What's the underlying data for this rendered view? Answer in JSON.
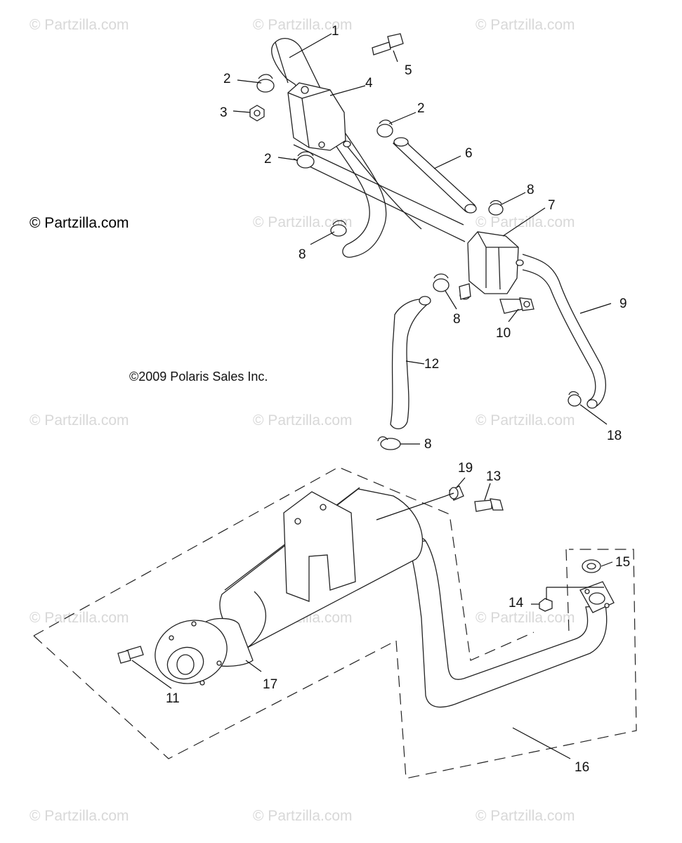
{
  "watermark": "© Partzilla.com",
  "copyright_main": "© Partzilla.com",
  "copyright_polaris": "©2009 Polaris Sales Inc.",
  "callouts": {
    "c1": "1",
    "c2a": "2",
    "c2b": "2",
    "c2c": "2",
    "c3": "3",
    "c4": "4",
    "c5": "5",
    "c6": "6",
    "c7": "7",
    "c8a": "8",
    "c8b": "8",
    "c8c": "8",
    "c8d": "8",
    "c9": "9",
    "c10": "10",
    "c11": "11",
    "c12": "12",
    "c13": "13",
    "c14": "14",
    "c15": "15",
    "c16": "16",
    "c17": "17",
    "c18": "18",
    "c19": "19"
  }
}
